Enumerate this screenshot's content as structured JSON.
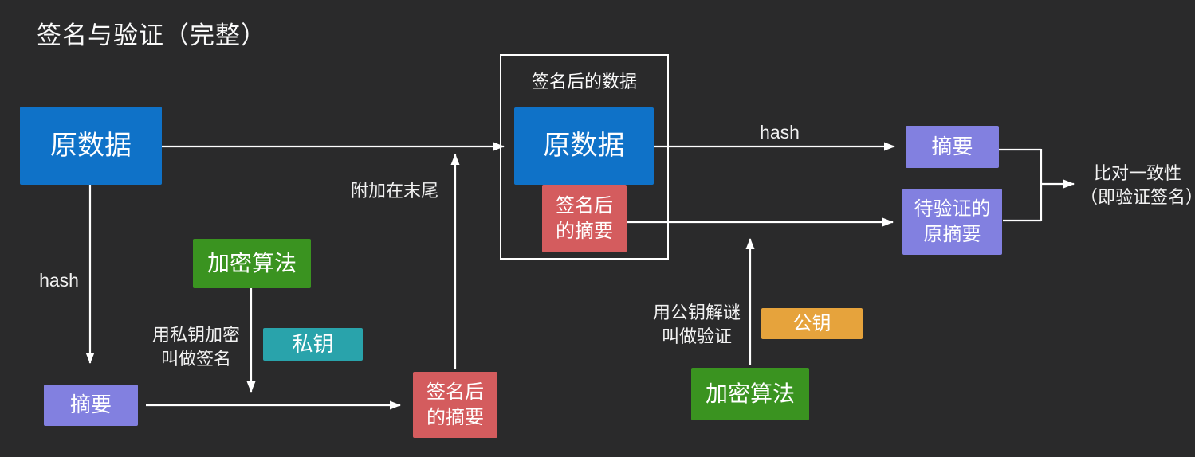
{
  "title": "签名与验证（完整）",
  "colors": {
    "background": "#2a2a2b",
    "blue": "#0f72c8",
    "red": "#d45c5e",
    "purple": "#8280e0",
    "green": "#3a9320",
    "teal": "#29a3ab",
    "orange": "#e6a33c",
    "line": "#ffffff"
  },
  "container": {
    "label": "签名后的数据"
  },
  "nodes": {
    "source_left": {
      "label": "原数据"
    },
    "source_center": {
      "label": "原数据"
    },
    "signed_digest_center": {
      "label": "签名后\n的摘要"
    },
    "digest_right": {
      "label": "摘要"
    },
    "digest_to_verify": {
      "label": "待验证的\n原摘要"
    },
    "digest_left": {
      "label": "摘要"
    },
    "signed_digest_bottom": {
      "label": "签名后\n的摘要"
    },
    "encrypt_top": {
      "label": "加密算法"
    },
    "private_key": {
      "label": "私钥"
    },
    "public_key": {
      "label": "公钥"
    },
    "encrypt_bottom": {
      "label": "加密算法"
    }
  },
  "annotations": {
    "hash_left": "hash",
    "hash_right": "hash",
    "attach_note": "附加在末尾",
    "sign_note": "用私钥加密\n叫做签名",
    "verify_note": "用公钥解谜\n叫做验证",
    "compare_note": "比对一致性\n（即验证签名）"
  }
}
